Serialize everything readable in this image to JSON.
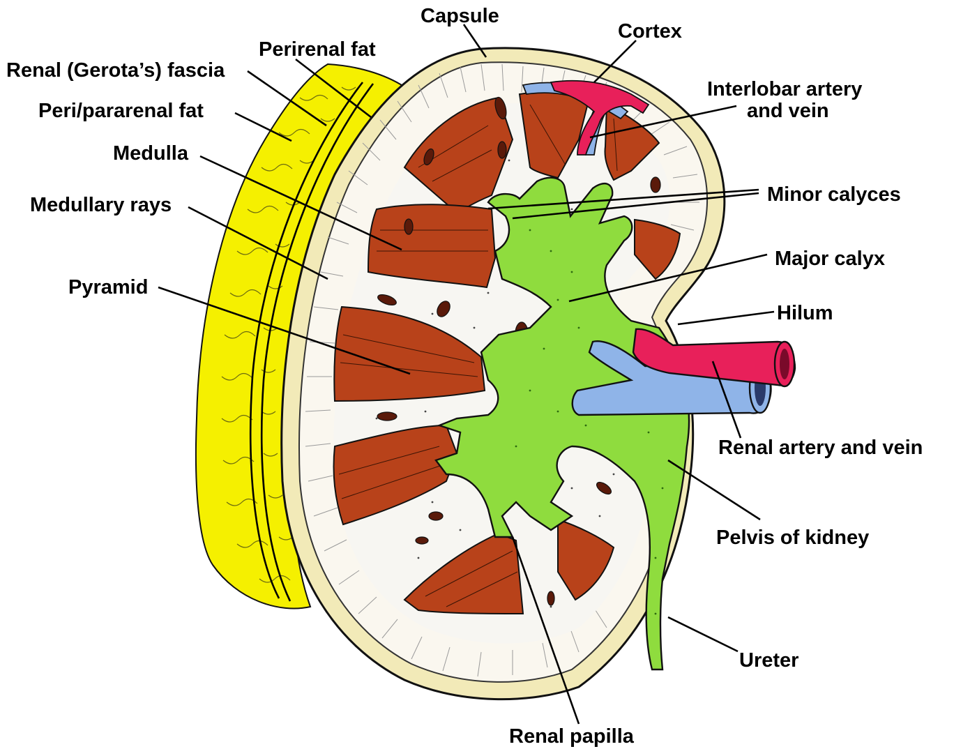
{
  "labels": {
    "capsule": "Capsule",
    "cortex": "Cortex",
    "perirenal_fat": "Perirenal fat",
    "renal_fascia": "Renal (Gerota’s) fascia",
    "peri_pararenal_fat": "Peri/pararenal fat",
    "interlobar_line1": "Interlobar artery",
    "interlobar_line2": "and vein",
    "medulla": "Medulla",
    "minor_calyces": "Minor calyces",
    "medullary_rays": "Medullary rays",
    "major_calyx": "Major calyx",
    "pyramid": "Pyramid",
    "hilum": "Hilum",
    "renal_artery_vein": "Renal artery and vein",
    "pelvis_of_kidney": "Pelvis of kidney",
    "ureter": "Ureter",
    "renal_papilla": "Renal papilla"
  },
  "colors": {
    "fat": "#f5f000",
    "cortex_rim": "#f2eab8",
    "cortex": "#faf7ef",
    "pyramid": "#b8421a",
    "calyx": "#8fdc3e",
    "artery": "#e8205a",
    "vein": "#8fb4e8",
    "outline": "#111111"
  }
}
